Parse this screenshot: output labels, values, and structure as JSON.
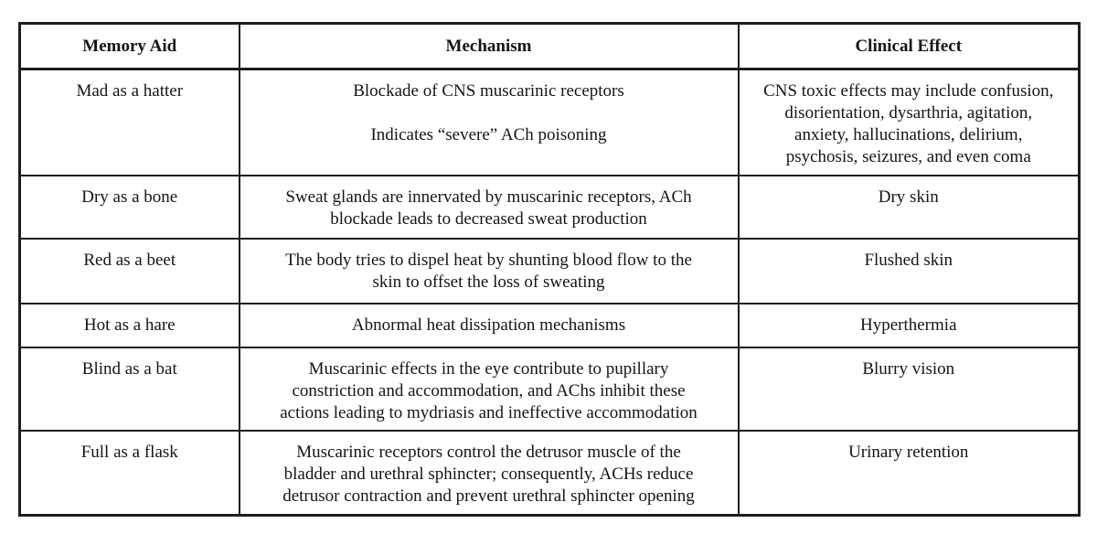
{
  "colors": {
    "background": "#ffffff",
    "border": "#1d1d1d",
    "text": "#151515"
  },
  "table": {
    "columns": [
      "Memory Aid",
      "Mechanism",
      "Clinical Effect"
    ],
    "rows": [
      {
        "memory_aid": "Mad as a hatter",
        "mechanism": "Blockade of CNS muscarinic receptors\n\nIndicates “severe” ACh poisoning",
        "clinical_effect": "CNS toxic effects may include confusion,\ndisorientation, dysarthria, agitation,\nanxiety, hallucinations, delirium,\npsychosis, seizures, and even coma"
      },
      {
        "memory_aid": "Dry as a bone",
        "mechanism": "Sweat glands are innervated by muscarinic receptors, ACh\nblockade leads to decreased sweat production",
        "clinical_effect": "Dry skin"
      },
      {
        "memory_aid": "Red as a beet",
        "mechanism": "The body tries to dispel heat by shunting blood flow to the\nskin to offset the loss of sweating",
        "clinical_effect": "Flushed skin"
      },
      {
        "memory_aid": "Hot as a hare",
        "mechanism": "Abnormal heat dissipation mechanisms",
        "clinical_effect": "Hyperthermia"
      },
      {
        "memory_aid": "Blind as a bat",
        "mechanism": "Muscarinic effects in the eye contribute to pupillary\nconstriction and accommodation, and AChs inhibit these\nactions leading to mydriasis and ineffective accommodation",
        "clinical_effect": "Blurry vision"
      },
      {
        "memory_aid": "Full as a flask",
        "mechanism": "Muscarinic receptors control the detrusor muscle of the\nbladder and urethral sphincter; consequently, ACHs reduce\ndetrusor contraction and prevent urethral sphincter opening",
        "clinical_effect": "Urinary retention"
      }
    ]
  }
}
